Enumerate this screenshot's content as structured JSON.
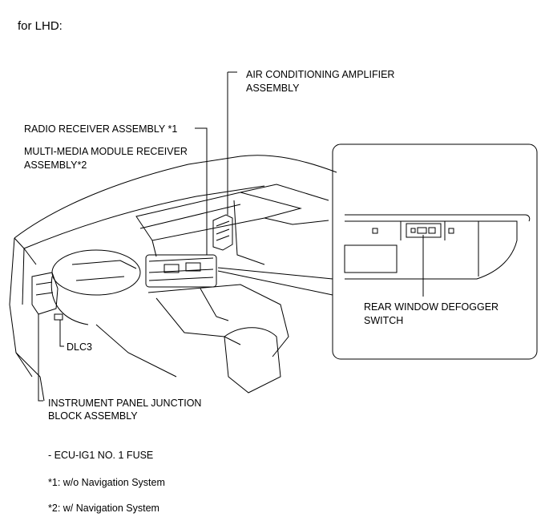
{
  "header": {
    "title": "for LHD:"
  },
  "labels": {
    "ac_amplifier": [
      "AIR CONDITIONING AMPLIFIER",
      "ASSEMBLY"
    ],
    "radio_receiver": "RADIO RECEIVER ASSEMBLY *1",
    "multimedia_module": [
      "MULTI-MEDIA MODULE RECEIVER",
      "ASSEMBLY*2"
    ],
    "defogger_switch": [
      "REAR WINDOW DEFOGGER",
      "SWITCH"
    ],
    "dlc3": "DLC3",
    "junction_block": [
      "INSTRUMENT PANEL JUNCTION",
      "BLOCK ASSEMBLY"
    ]
  },
  "notes": {
    "fuse": "- ECU-IG1 NO. 1 FUSE",
    "note1": "*1: w/o Navigation System",
    "note2": "*2: w/ Navigation System"
  }
}
